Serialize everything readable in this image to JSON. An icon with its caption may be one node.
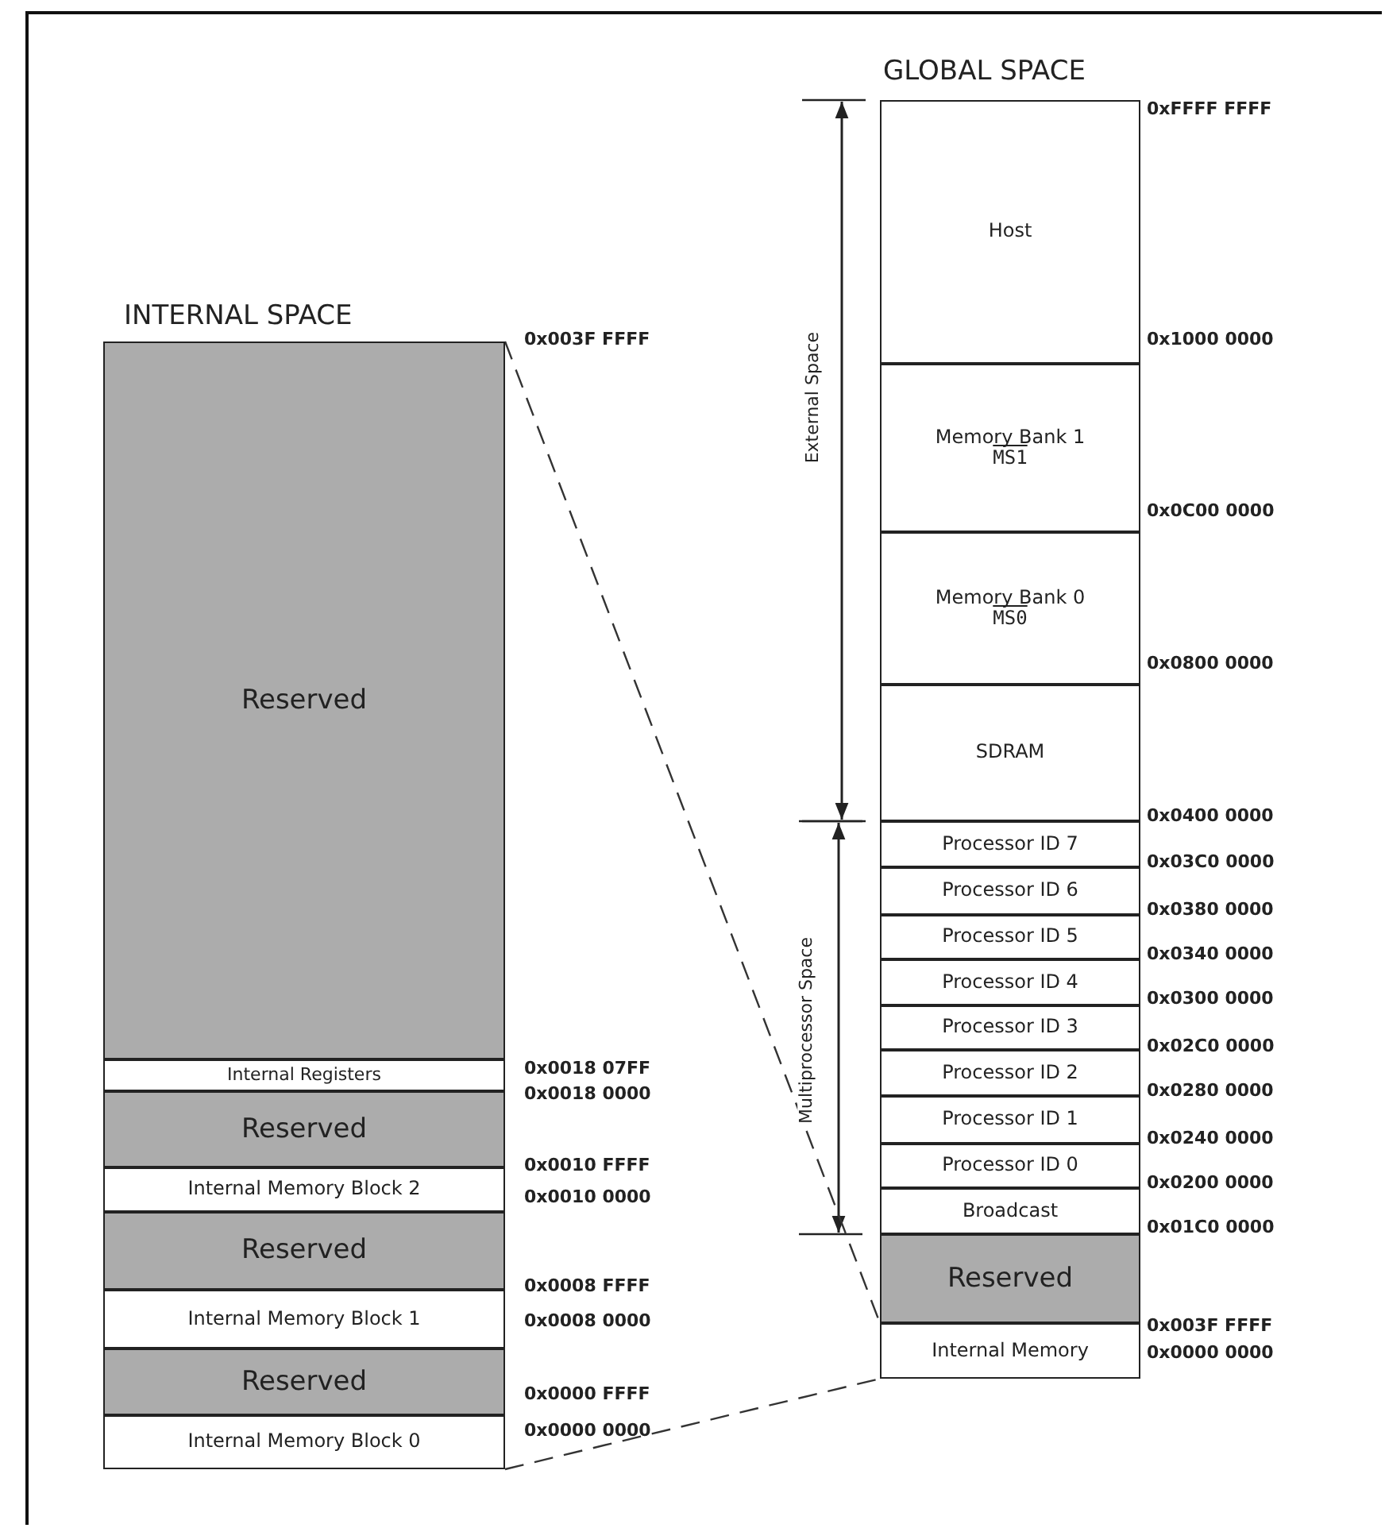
{
  "diagram": {
    "nodes": [
      {
        "text": [
          "Reserved"
        ]
      },
      {
        "text": [
          "Internal Registers"
        ]
      },
      {
        "text": [
          "Reserved"
        ]
      },
      {
        "text": [
          "Internal Memory Block 2"
        ]
      },
      {
        "text": [
          "Reserved"
        ]
      },
      {
        "text": [
          "Internal Memory Block 1"
        ]
      },
      {
        "text": [
          "Reserved"
        ]
      },
      {
        "text": [
          "Internal Memory Block 0"
        ]
      },
      {
        "text": [
          "Host"
        ]
      },
      {
        "text": [
          "Memory Bank 1",
          "MS1"
        ]
      },
      {
        "text": [
          "Memory Bank 0",
          "MS0"
        ]
      },
      {
        "text": [
          "SDRAM"
        ]
      },
      {
        "text": [
          "Processor ID 7"
        ]
      },
      {
        "text": [
          "Processor ID 6"
        ]
      },
      {
        "text": [
          "Processor ID 5"
        ]
      },
      {
        "text": [
          "Processor ID 4"
        ]
      },
      {
        "text": [
          "Processor ID 3"
        ]
      },
      {
        "text": [
          "Processor ID 2"
        ]
      },
      {
        "text": [
          "Processor ID 1"
        ]
      },
      {
        "text": [
          "Processor ID 0"
        ]
      },
      {
        "text": [
          "Broadcast"
        ]
      },
      {
        "text": [
          "Reserved"
        ]
      },
      {
        "text": [
          "Internal Memory"
        ]
      }
    ],
    "edges": [
      {
        "from": 0,
        "to": 22,
        "arrow": "none",
        "style": "dashed"
      },
      {
        "from": 7,
        "to": 22,
        "arrow": "none",
        "style": "dashed"
      }
    ],
    "labels": [
      "GLOBAL SPACE",
      "0xFFFF FFFF",
      "INTERNAL SPACE",
      "0x1000 0000",
      "0x003F FFFF",
      "External Space",
      "0x0C00 0000",
      "0x0800 0000",
      "0x0400 0000",
      "0x03C0 0000",
      "0x0380 0000",
      "0x0340 0000",
      "0x0300 0000",
      "0x02C0 0000",
      "Multiprocessor Space",
      "0x0280 0000",
      "0x0240 0000",
      "0x0200 0000",
      "0x01C0 0000",
      "0x0018 07FF",
      "0x0018 0000",
      "0x0010 FFFF",
      "0x0010 0000",
      "0x0008 FFFF",
      "0x0008 0000",
      "0x003F FFFF",
      "0x0000 0000",
      "0x0000 FFFF",
      "0x0000 0000"
    ]
  }
}
